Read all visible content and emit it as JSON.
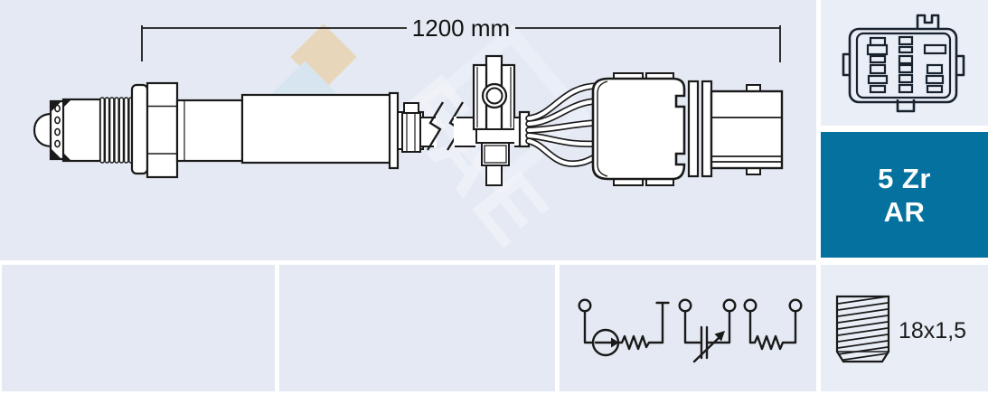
{
  "image": {
    "type": "product-technical-illustration",
    "subject": "lambda-oxygen-sensor"
  },
  "main_drawing": {
    "dimension_label": "1200 mm",
    "watermark_text": "FAE"
  },
  "connector_pinout": {
    "icon": "connector-pinout-icon",
    "pin_columns": [
      6,
      6,
      4
    ]
  },
  "spec_badge": {
    "line1": "5 Zr",
    "line2": "AR"
  },
  "circuit": {
    "icon": "circuit-diagram-icon",
    "terminal_count": 5
  },
  "thread_spec": {
    "icon": "threaded-bolt-icon",
    "label": "18x1,5"
  },
  "colors": {
    "divider": "#ffffff",
    "cell_background": "#e4e9f3",
    "light_cell_background": "#eaeef7",
    "badge_background": "#04719e",
    "badge_text": "#ffffff",
    "line": "#1a1a1a",
    "watermark_orange": "#eccb96",
    "watermark_blue": "#cfe3ef"
  }
}
